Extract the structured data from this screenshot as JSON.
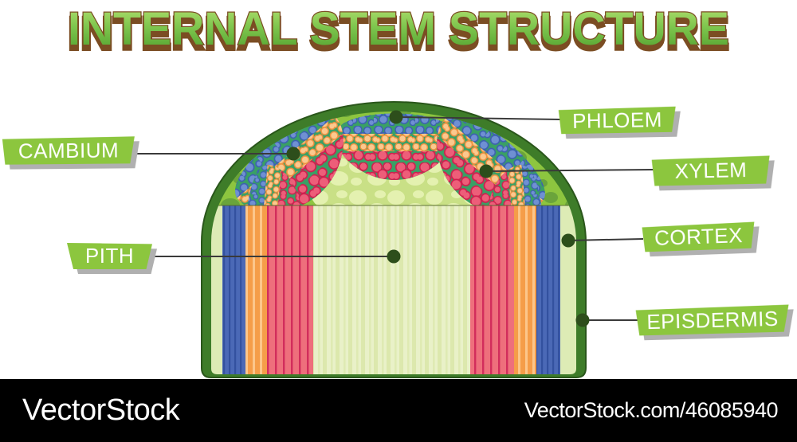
{
  "title": "INTERNAL STEM STRUCTURE",
  "diagram": {
    "subject": "plant stem cross-section",
    "labels": {
      "cambium": "CAMBIUM",
      "phloem": "PHLOEM",
      "xylem": "XYLEM",
      "cortex": "CORTEX",
      "pith": "PITH",
      "episdermis": "EPISDERMIS"
    }
  },
  "watermark": {
    "brand": "VectorStock",
    "id_text": "VectorStock.com/46085940"
  },
  "colors": {
    "label_bg": "#8cc63e",
    "label_text": "#ffffff",
    "label_shadow": "#b0b0b0",
    "title_green_light": "#b5e171",
    "title_green_dark": "#4e9e2c",
    "title_brown": "#7b4d23",
    "epidermis_dark_green": "#3e7c29",
    "cortex_green": "#8dc53f",
    "cream": "#ddebb5",
    "pith_light": "#c9e086",
    "phloem_blue": "#4b69b6",
    "cambium_orange": "#f59d49",
    "xylem_red": "#ee6f7c",
    "pointer_line": "#3a3a3a",
    "pointer_dot": "#2d4e1b",
    "watermark_bg": "#000000"
  }
}
